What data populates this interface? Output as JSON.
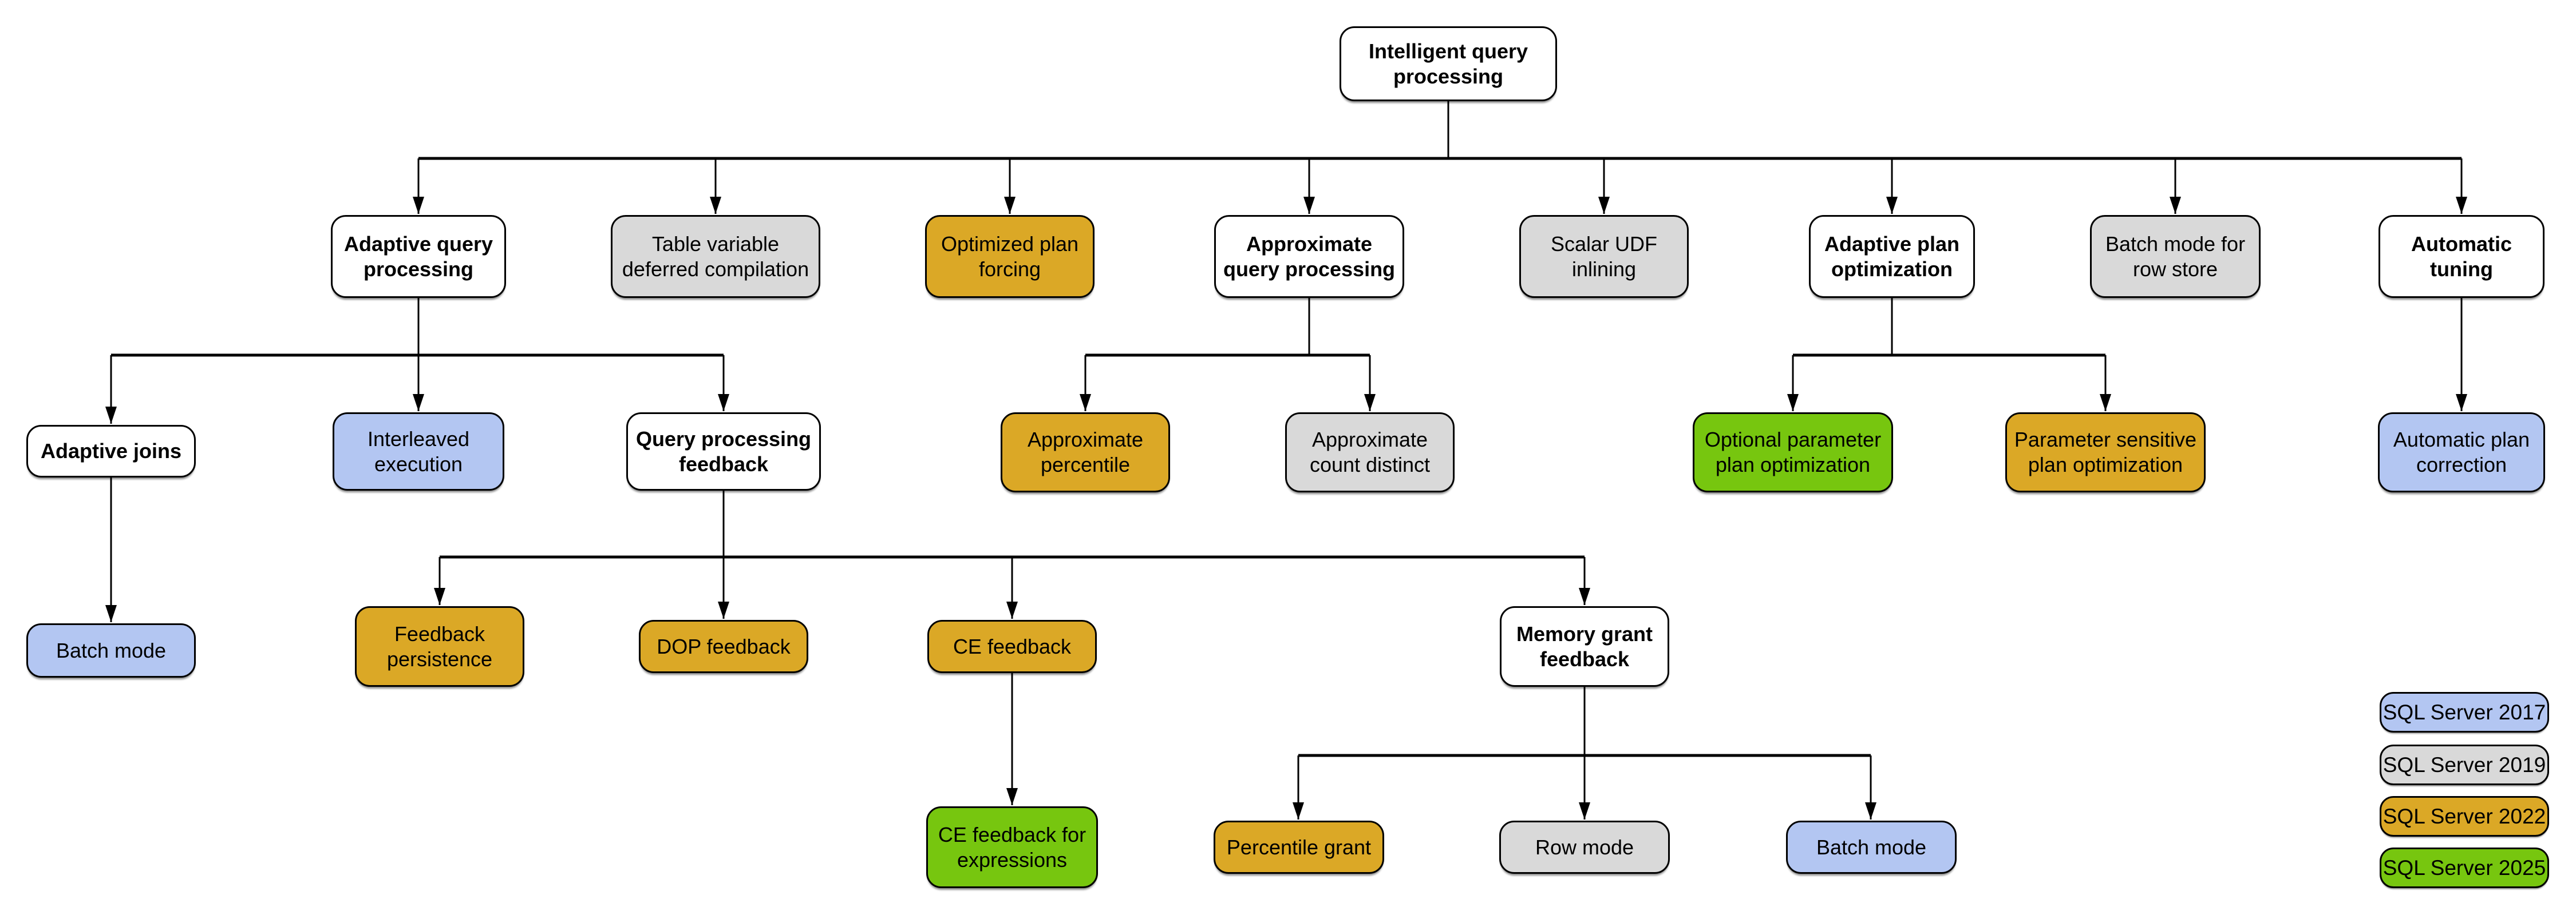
{
  "diagram_title": "Intelligent query processing",
  "versions": {
    "category": {
      "color": "#FFFFFF"
    },
    "sql2017": {
      "label": "SQL Server 2017",
      "color": "#B3C6F2"
    },
    "sql2019": {
      "label": "SQL Server 2019",
      "color": "#D9D9D9"
    },
    "sql2022": {
      "label": "SQL Server 2022",
      "color": "#DBA826"
    },
    "sql2025": {
      "label": "SQL Server 2025",
      "color": "#77C60F"
    }
  },
  "nodes": [
    {
      "id": "root",
      "label": "Intelligent query processing",
      "version": "category"
    },
    {
      "id": "aqp",
      "label": "Adaptive query processing",
      "version": "category"
    },
    {
      "id": "tvdc",
      "label": "Table variable deferred compilation",
      "version": "sql2019"
    },
    {
      "id": "opf",
      "label": "Optimized plan forcing",
      "version": "sql2022"
    },
    {
      "id": "aqp2",
      "label": "Approximate query processing",
      "version": "category"
    },
    {
      "id": "sudf",
      "label": "Scalar UDF inlining",
      "version": "sql2019"
    },
    {
      "id": "apo",
      "label": "Adaptive plan optimization",
      "version": "category"
    },
    {
      "id": "bmrs",
      "label": "Batch mode for row store",
      "version": "sql2019"
    },
    {
      "id": "at",
      "label": "Automatic tuning",
      "version": "category"
    },
    {
      "id": "aj",
      "label": "Adaptive joins",
      "version": "category"
    },
    {
      "id": "ie",
      "label": "Interleaved execution",
      "version": "sql2017"
    },
    {
      "id": "qpf",
      "label": "Query processing feedback",
      "version": "category"
    },
    {
      "id": "ap",
      "label": "Approximate percentile",
      "version": "sql2022"
    },
    {
      "id": "acd",
      "label": "Approximate count distinct",
      "version": "sql2019"
    },
    {
      "id": "oppo",
      "label": "Optional parameter plan optimization",
      "version": "sql2025"
    },
    {
      "id": "pspo",
      "label": "Parameter sensitive plan optimization",
      "version": "sql2022"
    },
    {
      "id": "apc",
      "label": "Automatic plan correction",
      "version": "sql2017"
    },
    {
      "id": "bm1",
      "label": "Batch mode",
      "version": "sql2017"
    },
    {
      "id": "fp",
      "label": "Feedback persistence",
      "version": "sql2022"
    },
    {
      "id": "dop",
      "label": "DOP feedback",
      "version": "sql2022"
    },
    {
      "id": "cef",
      "label": "CE feedback",
      "version": "sql2022"
    },
    {
      "id": "mgf",
      "label": "Memory grant feedback",
      "version": "category"
    },
    {
      "id": "cefe",
      "label": "CE feedback for expressions",
      "version": "sql2025"
    },
    {
      "id": "pg",
      "label": "Percentile grant",
      "version": "sql2022"
    },
    {
      "id": "rm",
      "label": "Row mode",
      "version": "sql2019"
    },
    {
      "id": "bm2",
      "label": "Batch mode",
      "version": "sql2017"
    }
  ],
  "legend": [
    {
      "label": "SQL Server 2017",
      "version": "sql2017"
    },
    {
      "label": "SQL Server 2019",
      "version": "sql2019"
    },
    {
      "label": "SQL Server 2022",
      "version": "sql2022"
    },
    {
      "label": "SQL Server 2025",
      "version": "sql2025"
    }
  ]
}
